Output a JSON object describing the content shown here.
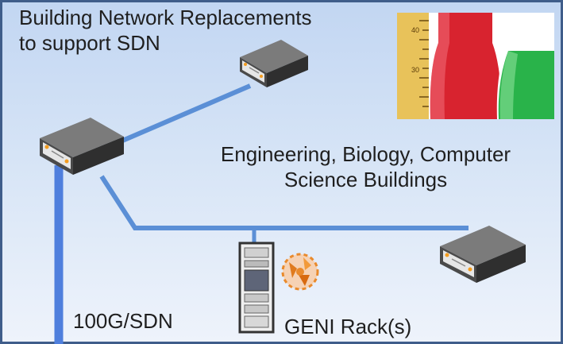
{
  "title": {
    "line1": "Building Network Replacements",
    "line2": "to support SDN"
  },
  "buildings_label": {
    "line1": "Engineering, Biology, Computer",
    "line2": "Science Buildings"
  },
  "uplink_label": "100G/SDN",
  "rack_label": "GENI Rack(s)",
  "flask_scale_marks": [
    "40",
    "30"
  ],
  "colors": {
    "border": "#3f5d8a",
    "link": "#5b8fd6",
    "uplink": "#4f7fdd",
    "flask_red": "#d8232f",
    "flask_green": "#29b34a"
  },
  "icons": [
    "network-switch-icon",
    "server-rack-icon",
    "geni-logo-icon",
    "lab-flasks-image"
  ]
}
